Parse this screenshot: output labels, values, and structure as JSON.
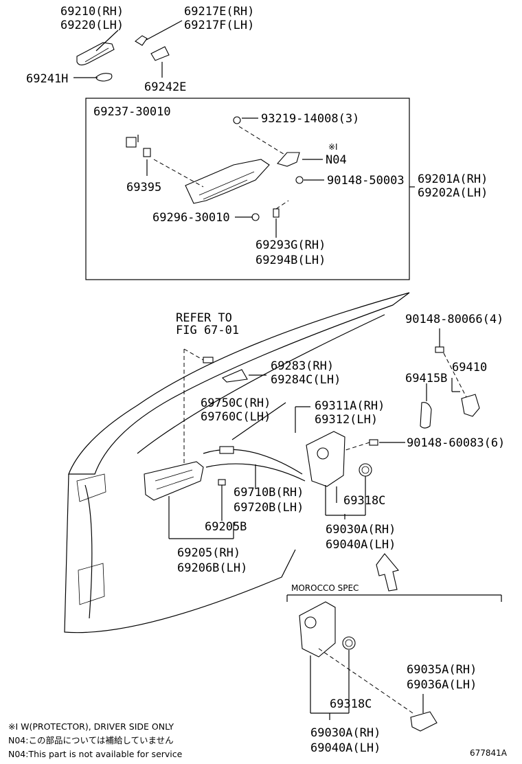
{
  "labels": {
    "l1a": "69210(RH)",
    "l1b": "69220(LH)",
    "l2a": "69217E(RH)",
    "l2b": "69217F(LH)",
    "l3": "69241H",
    "l4": "69242E",
    "l5": "69237-30010",
    "l6": "93219-14008(3)",
    "l7a": "※I",
    "l7b": "N04",
    "l8": "90148-50003",
    "l9": "69395",
    "l10a": "69201A(RH)",
    "l10b": "69202A(LH)",
    "l11": "69296-30010",
    "l12a": "69293G(RH)",
    "l12b": "69294B(LH)",
    "l13a": "REFER TO",
    "l13b": "FIG 67-01",
    "l14": "90148-80066(4)",
    "l15": "69410",
    "l16a": "69283(RH)",
    "l16b": "69284C(LH)",
    "l17": "69415B",
    "l18a": "69750C(RH)",
    "l18b": "69760C(LH)",
    "l19a": "69311A(RH)",
    "l19b": "69312(LH)",
    "l20": "90148-60083(6)",
    "l21a": "69710B(RH)",
    "l21b": "69720B(LH)",
    "l22": "69318C",
    "l23": "69205B",
    "l24a": "69030A(RH)",
    "l24b": "69040A(LH)",
    "l25a": "69205(RH)",
    "l25b": "69206B(LH)",
    "l26": "MOROCCO SPEC",
    "l27a": "69035A(RH)",
    "l27b": "69036A(LH)",
    "l28": "69318C",
    "l29a": "69030A(RH)",
    "l29b": "69040A(LH)",
    "l30": "※I W(PROTECTOR), DRIVER SIDE ONLY",
    "l31": "N04:この部品については補給していません",
    "l32": "N04:This part is not available for service",
    "l33": "677841A"
  }
}
